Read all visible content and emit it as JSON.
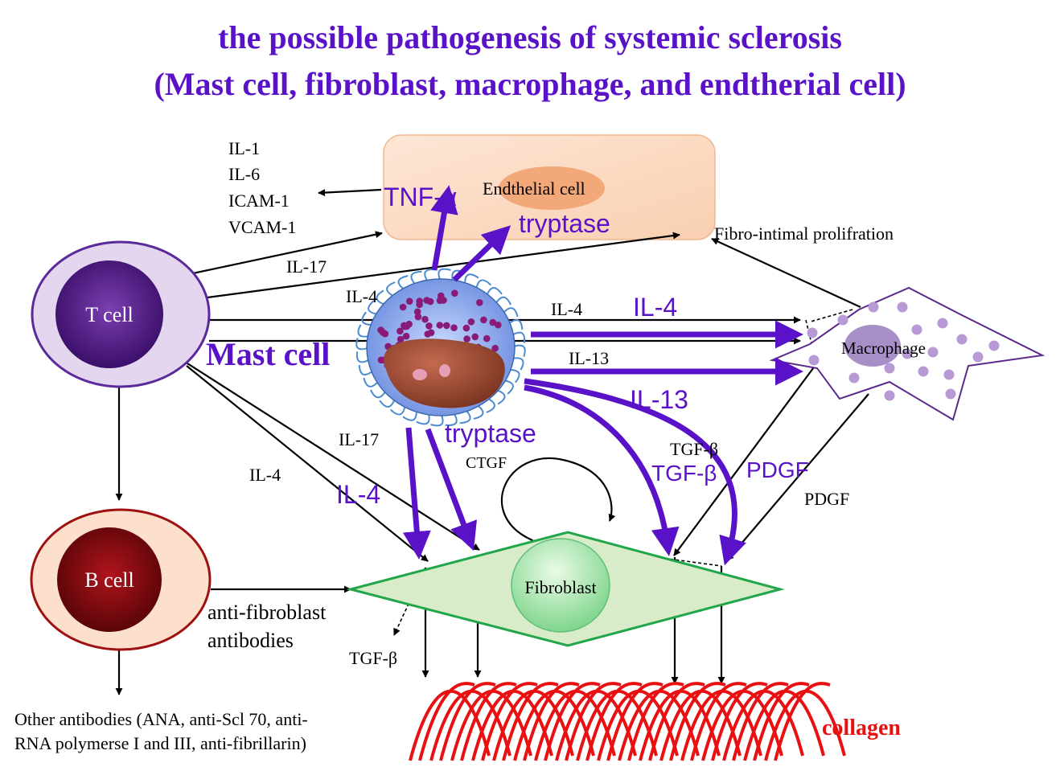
{
  "title": {
    "line1": "the possible pathogenesis of systemic sclerosis",
    "line2": "(Mast cell, fibroblast, macrophage, and endtherial cell)"
  },
  "cells": {
    "t_cell": "T cell",
    "b_cell": "B cell",
    "mast_cell": "Mast cell",
    "endothelial": "Endthelial cell",
    "macrophage": "Macrophage",
    "fibroblast": "Fibroblast",
    "collagen": "collagen"
  },
  "cytokine_list": [
    "IL-1",
    "IL-6",
    "ICAM-1",
    "VCAM-1"
  ],
  "labels": {
    "tnf_alpha": "TNF-α",
    "tryptase_top": "tryptase",
    "fibro_intimal": "Fibro-intimal prolifration",
    "il17_upper": "IL-17",
    "il4_tcell_mast": "IL-4",
    "il4_black_mid": "IL-4",
    "il4_purple_mid": "IL-4",
    "il13_black": "IL-13",
    "il13_purple": "IL-13",
    "il17_lower": "IL-17",
    "il4_lower_black": "IL-4",
    "il4_lower_purple": "IL-4",
    "tryptase_lower": "tryptase",
    "ctgf": "CTGF",
    "tgfb_black": "TGF-β",
    "tgfb_purple": "TGF-β",
    "pdgf_purple": "PDGF",
    "pdgf_black": "PDGF",
    "anti_fibro_1": "anti-fibroblast",
    "anti_fibro_2": "antibodies",
    "tgfb_bottom": "TGF-β",
    "other_ab_1": "Other antibodies (ANA, anti-Scl 70, anti-",
    "other_ab_2": "RNA polymerse I and III, anti-fibrillarin)"
  },
  "colors": {
    "title": "#5a12c8",
    "purple_arrow": "#5a12c8",
    "collagen": "#e81010",
    "fibroblast_outline": "#22a64a",
    "fibroblast_fill": "#d9ecc9"
  }
}
